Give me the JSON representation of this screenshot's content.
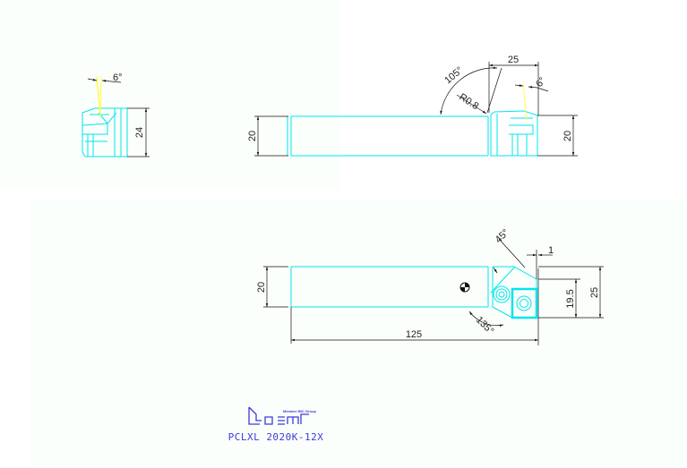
{
  "drawing": {
    "model": "PCLXL 2020K-12X",
    "logo_text": "Member IMC Group",
    "colors": {
      "outline": "#00e5ee",
      "dimension": "#111111",
      "axis": "#ffff44",
      "title": "#3b3bd9"
    },
    "side_view": {
      "angle": "6°",
      "height": "24"
    },
    "top_view": {
      "shank_height": "20",
      "head_height": "20",
      "head_length": "25",
      "approach_angle": "105°",
      "corner_radius": "R0.8",
      "angle": "6°"
    },
    "front_view": {
      "shank_width": "20",
      "angle_45": "45°",
      "offset": "1",
      "height_19_5": "19.5",
      "height_25": "25",
      "angle_135": "135°",
      "overall_length": "125"
    }
  }
}
